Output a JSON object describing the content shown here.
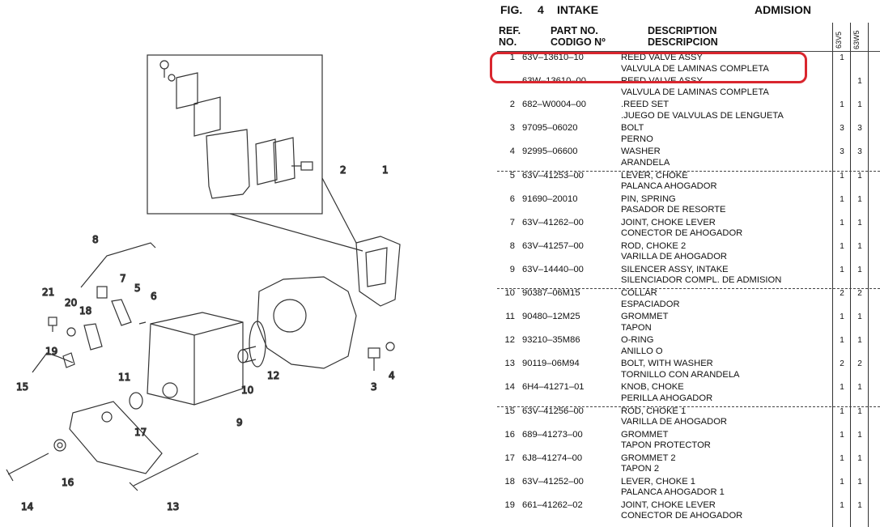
{
  "header": {
    "fig_label": "FIG.",
    "fig_number": "4",
    "title_en": "INTAKE",
    "title_es": "ADMISION"
  },
  "columns": {
    "ref_1": "REF.",
    "ref_2": "NO.",
    "part_1": "PART NO.",
    "part_2": "CODIGO Nº",
    "desc_1": "DESCRIPTION",
    "desc_2": "DESCRIPCION",
    "model_1": "63V5",
    "model_2": "63W5"
  },
  "rows": [
    {
      "ref": "1",
      "part": "63V–13610–10",
      "desc_en": "REED VALVE ASSY",
      "desc_es": "VALVULA DE LAMINAS COMPLETA",
      "q1": "1",
      "q2": ""
    },
    {
      "ref": "",
      "part": "63W–13610–00",
      "desc_en": "REED VALVE ASSY",
      "desc_es": "VALVULA DE LAMINAS COMPLETA",
      "q1": "",
      "q2": "1"
    },
    {
      "ref": "2",
      "part": "682–W0004–00",
      "desc_en": ".REED SET",
      "desc_es": ".JUEGO DE VALVULAS DE LENGUETA",
      "q1": "1",
      "q2": "1"
    },
    {
      "ref": "3",
      "part": "97095–06020",
      "desc_en": "BOLT",
      "desc_es": "PERNO",
      "q1": "3",
      "q2": "3"
    },
    {
      "ref": "4",
      "part": "92995–06600",
      "desc_en": "WASHER",
      "desc_es": "ARANDELA",
      "q1": "3",
      "q2": "3"
    },
    {
      "ref": "5",
      "part": "63V–41253–00",
      "desc_en": "LEVER, CHOKE",
      "desc_es": "PALANCA AHOGADOR",
      "q1": "1",
      "q2": "1"
    },
    {
      "ref": "6",
      "part": "91690–20010",
      "desc_en": "PIN, SPRING",
      "desc_es": "PASADOR DE RESORTE",
      "q1": "1",
      "q2": "1"
    },
    {
      "ref": "7",
      "part": "63V–41262–00",
      "desc_en": "JOINT, CHOKE LEVER",
      "desc_es": "CONECTOR DE AHOGADOR",
      "q1": "1",
      "q2": "1"
    },
    {
      "ref": "8",
      "part": "63V–41257–00",
      "desc_en": "ROD, CHOKE 2",
      "desc_es": "VARILLA DE AHOGADOR",
      "q1": "1",
      "q2": "1"
    },
    {
      "ref": "9",
      "part": "63V–14440–00",
      "desc_en": "SILENCER ASSY, INTAKE",
      "desc_es": "SILENCIADOR COMPL. DE ADMISION",
      "q1": "1",
      "q2": "1"
    },
    {
      "ref": "10",
      "part": "90387–06M15",
      "desc_en": "COLLAR",
      "desc_es": "ESPACIADOR",
      "q1": "2",
      "q2": "2"
    },
    {
      "ref": "11",
      "part": "90480–12M25",
      "desc_en": "GROMMET",
      "desc_es": "TAPON",
      "q1": "1",
      "q2": "1"
    },
    {
      "ref": "12",
      "part": "93210–35M86",
      "desc_en": "O-RING",
      "desc_es": "ANILLO O",
      "q1": "1",
      "q2": "1"
    },
    {
      "ref": "13",
      "part": "90119–06M94",
      "desc_en": "BOLT, WITH WASHER",
      "desc_es": "TORNILLO CON ARANDELA",
      "q1": "2",
      "q2": "2"
    },
    {
      "ref": "14",
      "part": "6H4–41271–01",
      "desc_en": "KNOB, CHOKE",
      "desc_es": "PERILLA AHOGADOR",
      "q1": "1",
      "q2": "1"
    },
    {
      "ref": "15",
      "part": "63V–41256–00",
      "desc_en": "ROD, CHOKE 1",
      "desc_es": "VARILLA DE AHOGADOR",
      "q1": "1",
      "q2": "1"
    },
    {
      "ref": "16",
      "part": "689–41273–00",
      "desc_en": "GROMMET",
      "desc_es": "TAPON PROTECTOR",
      "q1": "1",
      "q2": "1"
    },
    {
      "ref": "17",
      "part": "6J8–41274–00",
      "desc_en": "GROMMET 2",
      "desc_es": "TAPON 2",
      "q1": "1",
      "q2": "1"
    },
    {
      "ref": "18",
      "part": "63V–41252–00",
      "desc_en": "LEVER, CHOKE 1",
      "desc_es": "PALANCA AHOGADOR 1",
      "q1": "1",
      "q2": "1"
    },
    {
      "ref": "19",
      "part": "661–41262–02",
      "desc_en": "JOINT, CHOKE LEVER",
      "desc_es": "CONECTOR DE AHOGADOR",
      "q1": "1",
      "q2": "1"
    }
  ],
  "dashed_before_refs": [
    "5",
    "10",
    "15"
  ],
  "diagram_callouts": [
    "1",
    "2",
    "3",
    "4",
    "5",
    "6",
    "7",
    "8",
    "9",
    "10",
    "11",
    "12",
    "13",
    "14",
    "15",
    "16",
    "17",
    "18",
    "19",
    "20",
    "21"
  ],
  "colors": {
    "highlight": "#d9262e"
  }
}
